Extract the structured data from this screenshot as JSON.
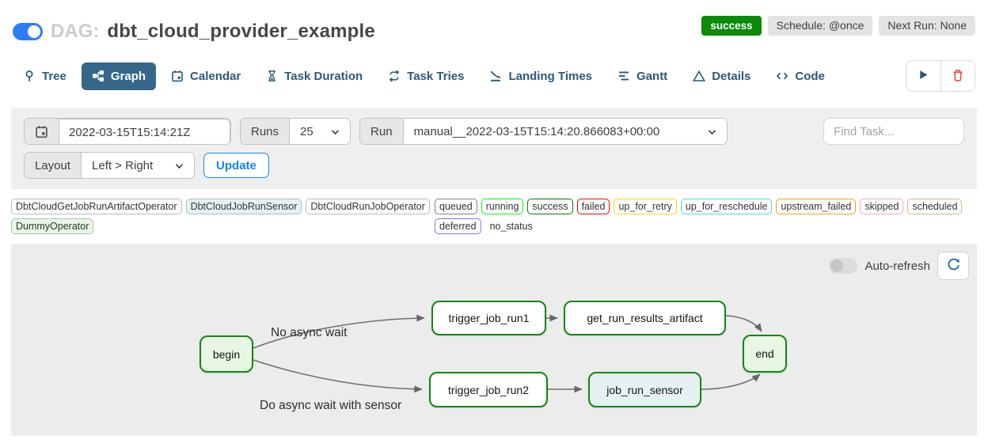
{
  "header": {
    "dag_prefix": "DAG:",
    "dag_title": "dbt_cloud_provider_example",
    "status_badge": "success",
    "schedule_badge": "Schedule: @once",
    "next_run_badge": "Next Run: None"
  },
  "tabs": [
    {
      "label": "Tree",
      "icon": "tree-icon",
      "active": false
    },
    {
      "label": "Graph",
      "icon": "graph-icon",
      "active": true
    },
    {
      "label": "Calendar",
      "icon": "calendar-icon",
      "active": false
    },
    {
      "label": "Task Duration",
      "icon": "hourglass-icon",
      "active": false
    },
    {
      "label": "Task Tries",
      "icon": "repeat-icon",
      "active": false
    },
    {
      "label": "Landing Times",
      "icon": "landing-icon",
      "active": false
    },
    {
      "label": "Gantt",
      "icon": "gantt-icon",
      "active": false
    },
    {
      "label": "Details",
      "icon": "triangle-icon",
      "active": false
    },
    {
      "label": "Code",
      "icon": "code-icon",
      "active": false
    }
  ],
  "actions": {
    "play": "play-icon",
    "delete": "trash-icon"
  },
  "filters": {
    "date_value": "2022-03-15T15:14:21Z",
    "runs_label": "Runs",
    "runs_value": "25",
    "run_label": "Run",
    "run_value": "manual__2022-03-15T15:14:20.866083+00:00",
    "find_task_placeholder": "Find Task...",
    "layout_label": "Layout",
    "layout_value": "Left > Right",
    "update_label": "Update"
  },
  "legend": {
    "operators": [
      {
        "label": "DbtCloudGetJobRunArtifactOperator",
        "fill": "#ffffff"
      },
      {
        "label": "DbtCloudJobRunSensor",
        "fill": "#e6f1f2"
      },
      {
        "label": "DbtCloudRunJobOperator",
        "fill": "#ffffff"
      },
      {
        "label": "DummyOperator",
        "fill": "#e8f7e4"
      }
    ],
    "statuses": [
      {
        "label": "queued",
        "color": "#808080"
      },
      {
        "label": "running",
        "color": "#00ff00"
      },
      {
        "label": "success",
        "color": "#008000"
      },
      {
        "label": "failed",
        "color": "#ff0000"
      },
      {
        "label": "up_for_retry",
        "color": "#ffd700"
      },
      {
        "label": "up_for_reschedule",
        "color": "#40e0d0"
      },
      {
        "label": "upstream_failed",
        "color": "#f5a20a"
      },
      {
        "label": "skipped",
        "color": "#f7a5c0"
      },
      {
        "label": "scheduled",
        "color": "#d2b48c"
      },
      {
        "label": "deferred",
        "color": "#9370db"
      },
      {
        "label": "no_status",
        "color": null
      }
    ]
  },
  "graph": {
    "auto_refresh_label": "Auto-refresh",
    "refresh_icon": "refresh-icon",
    "node_border": "#128712",
    "nodes": [
      {
        "label": "begin",
        "fill": "#e8f7e4"
      },
      {
        "label": "trigger_job_run1",
        "fill": "#ffffff"
      },
      {
        "label": "get_run_results_artifact",
        "fill": "#ffffff"
      },
      {
        "label": "trigger_job_run2",
        "fill": "#ffffff"
      },
      {
        "label": "job_run_sensor",
        "fill": "#e6f1f2"
      },
      {
        "label": "end",
        "fill": "#e8f7e4"
      }
    ],
    "edge_labels": [
      {
        "text": "No async wait"
      },
      {
        "text": "Do async wait with sensor"
      }
    ],
    "edges": [
      "begin -> trigger_job_run1",
      "begin -> trigger_job_run2",
      "trigger_job_run1 -> get_run_results_artifact",
      "get_run_results_artifact -> end",
      "trigger_job_run2 -> job_run_sensor",
      "job_run_sensor -> end"
    ]
  },
  "colors": {
    "accent_blue": "#1386e8",
    "selected_tab_bg": "#35678b",
    "tab_text": "#2a5a7a",
    "success_green": "#0b8a0b",
    "toggle_blue": "#2e7df6",
    "delete_red": "#e34f3f",
    "edge_gray": "#6e6e6e"
  }
}
